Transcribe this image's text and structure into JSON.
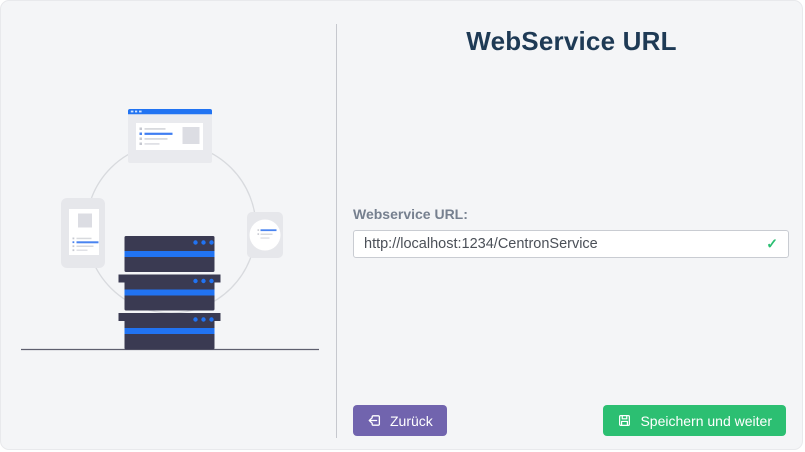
{
  "header": {
    "title": "WebService URL"
  },
  "form": {
    "label": "Webservice URL:",
    "url_field": {
      "value": "http://localhost:1234/CentronService",
      "check_glyph": "✓"
    }
  },
  "actions": {
    "back": {
      "label": "Zurück",
      "icon": "return-icon"
    },
    "save": {
      "label": "Speichern und weiter",
      "icon": "save-icon"
    }
  },
  "illustration": {
    "icons": [
      "browser-window-icon",
      "smartphone-icon",
      "smartwatch-icon",
      "server-rack-icon"
    ]
  },
  "colors": {
    "accent_blue": "#2173f2",
    "back_button": "#7164ae",
    "save_button": "#2cbf72",
    "valid_check": "#2abf72",
    "title_text": "#1e3a55",
    "card_background": "#f4f5f7",
    "server_dark": "#3a3a52"
  }
}
